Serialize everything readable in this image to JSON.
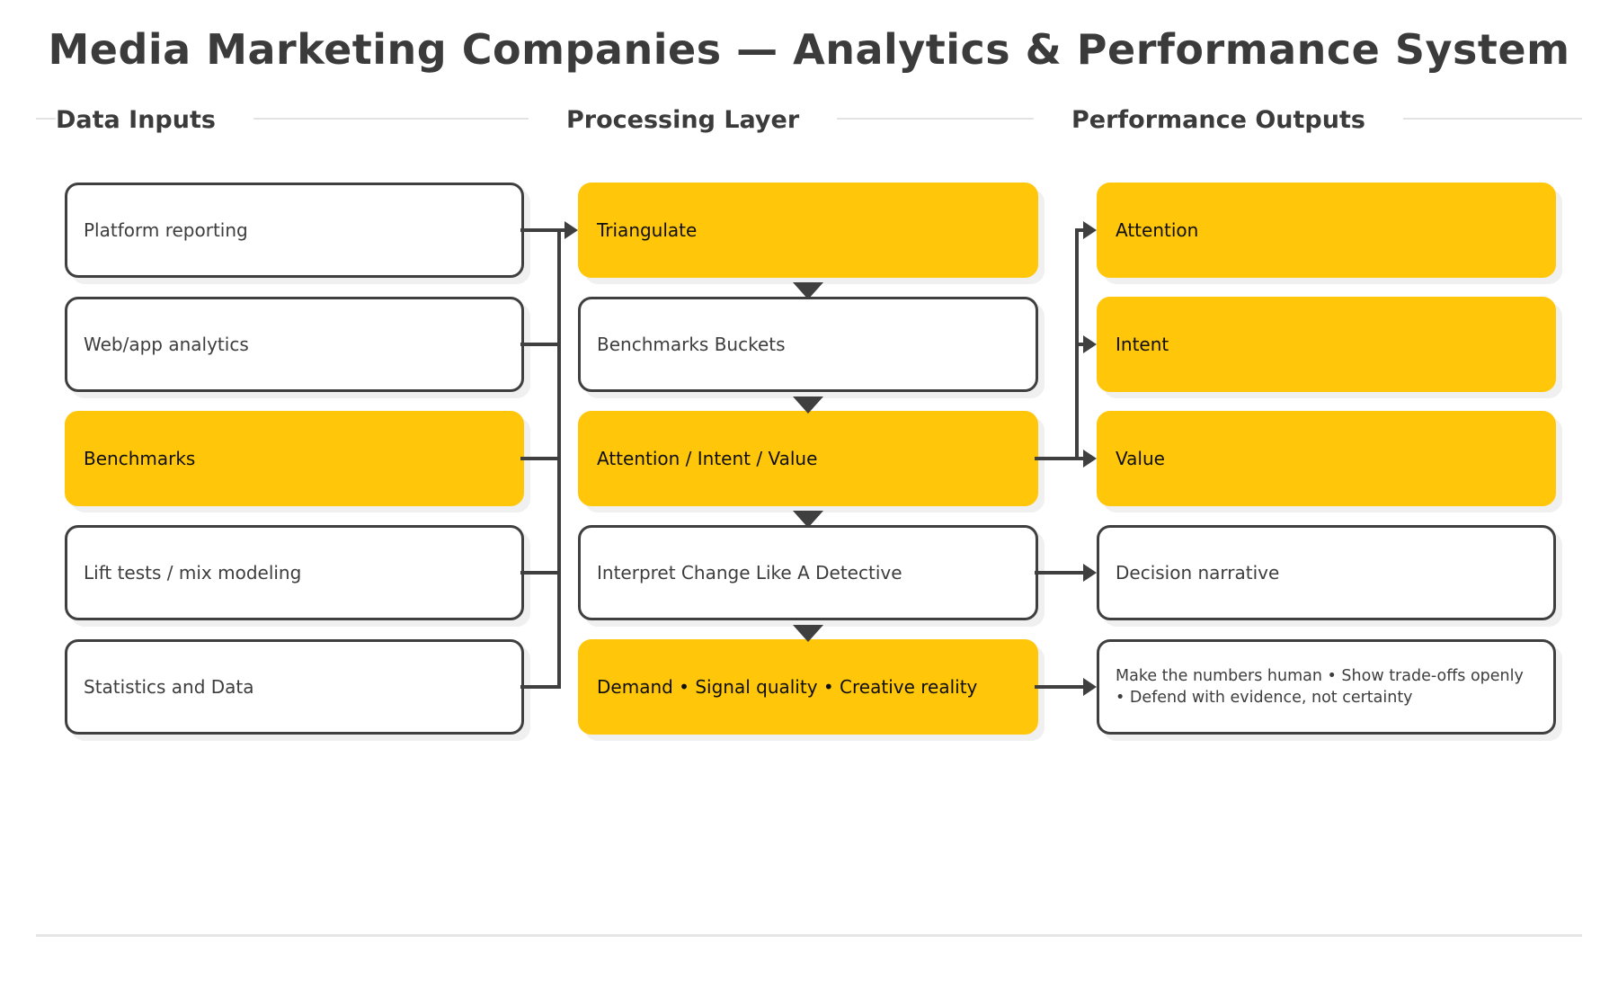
{
  "title": "Media Marketing Companies — Analytics & Performance System",
  "columns": [
    {
      "header": "Data Inputs",
      "boxes": [
        {
          "label": "Platform reporting",
          "highlighted": false
        },
        {
          "label": "Web/app analytics",
          "highlighted": false
        },
        {
          "label": "Benchmarks",
          "highlighted": true
        },
        {
          "label": "Lift tests / mix modeling",
          "highlighted": false
        },
        {
          "label": "Statistics and Data",
          "highlighted": false
        }
      ]
    },
    {
      "header": "Processing Layer",
      "boxes": [
        {
          "label": "Triangulate",
          "highlighted": true
        },
        {
          "label": "Benchmarks Buckets",
          "highlighted": false
        },
        {
          "label": "Attention / Intent / Value",
          "highlighted": true
        },
        {
          "label": "Interpret Change Like A Detective",
          "highlighted": false
        },
        {
          "label": "Demand • Signal quality • Creative reality",
          "highlighted": true
        }
      ]
    },
    {
      "header": "Performance Outputs",
      "boxes": [
        {
          "label": "Attention",
          "highlighted": true
        },
        {
          "label": "Intent",
          "highlighted": true
        },
        {
          "label": "Value",
          "highlighted": true
        },
        {
          "label": "Decision narrative",
          "highlighted": false
        },
        {
          "label": "Make the numbers human • Show trade-offs openly • Defend with evidence, not certainty",
          "highlighted": false
        }
      ]
    }
  ],
  "edges": [
    {
      "from": "all data inputs",
      "to": "Triangulate",
      "type": "merged arrow"
    },
    {
      "from": "Triangulate",
      "to": "Benchmarks Buckets",
      "type": "down arrow"
    },
    {
      "from": "Benchmarks Buckets",
      "to": "Attention / Intent / Value",
      "type": "down arrow"
    },
    {
      "from": "Attention / Intent / Value",
      "to": "Interpret Change Like A Detective",
      "type": "down arrow"
    },
    {
      "from": "Interpret Change Like A Detective",
      "to": "Demand • Signal quality • Creative reality",
      "type": "down arrow"
    },
    {
      "from": "Attention / Intent / Value",
      "to": "Attention",
      "type": "branch arrow"
    },
    {
      "from": "Attention / Intent / Value",
      "to": "Intent",
      "type": "branch arrow"
    },
    {
      "from": "Attention / Intent / Value",
      "to": "Value",
      "type": "branch arrow"
    },
    {
      "from": "Interpret Change Like A Detective",
      "to": "Decision narrative",
      "type": "arrow"
    },
    {
      "from": "Demand • Signal quality • Creative reality",
      "to": "Make the numbers human • Show trade-offs openly • Defend with evidence, not certainty",
      "type": "arrow"
    }
  ],
  "colors": {
    "highlight_yellow": "#ffc60a",
    "connector_dark": "#3f3f3f",
    "rule_gray": "#e3e3e3",
    "text_dark": "#3b3b3b",
    "box_shadow": "#f0f0f0"
  }
}
